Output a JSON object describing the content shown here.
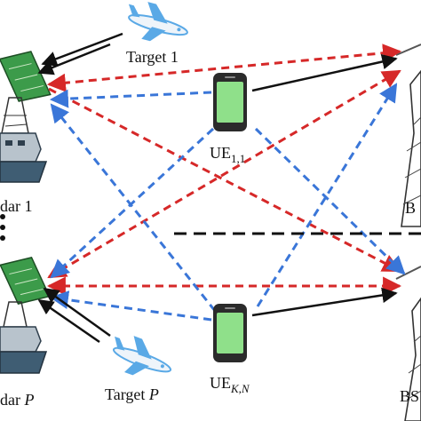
{
  "labels": {
    "target_1": "Target 1",
    "target_p_prefix": "Target ",
    "target_p_var": "P",
    "ue_top_base": "UE",
    "ue_top_sub": "1,1",
    "ue_bottom_base": "UE",
    "ue_bottom_sub": "K,N",
    "radar_1": "dar 1",
    "radar_p_prefix": "dar ",
    "radar_p_var": "P",
    "bs_top": "B",
    "bs_bottom": "BS"
  },
  "colors": {
    "red_link": "#d62828",
    "blue_link": "#3a76d8",
    "black_link": "#111111",
    "ue_screen": "#8fe08a",
    "ue_body": "#2b2b2b",
    "radar_panel": "#3c9b4a",
    "ship_hull": "#3f5d73",
    "plane": "#5aa9e6"
  },
  "icons": [
    "airplane-icon",
    "radar-ship-icon",
    "smartphone-icon",
    "base-station-tower-icon"
  ]
}
